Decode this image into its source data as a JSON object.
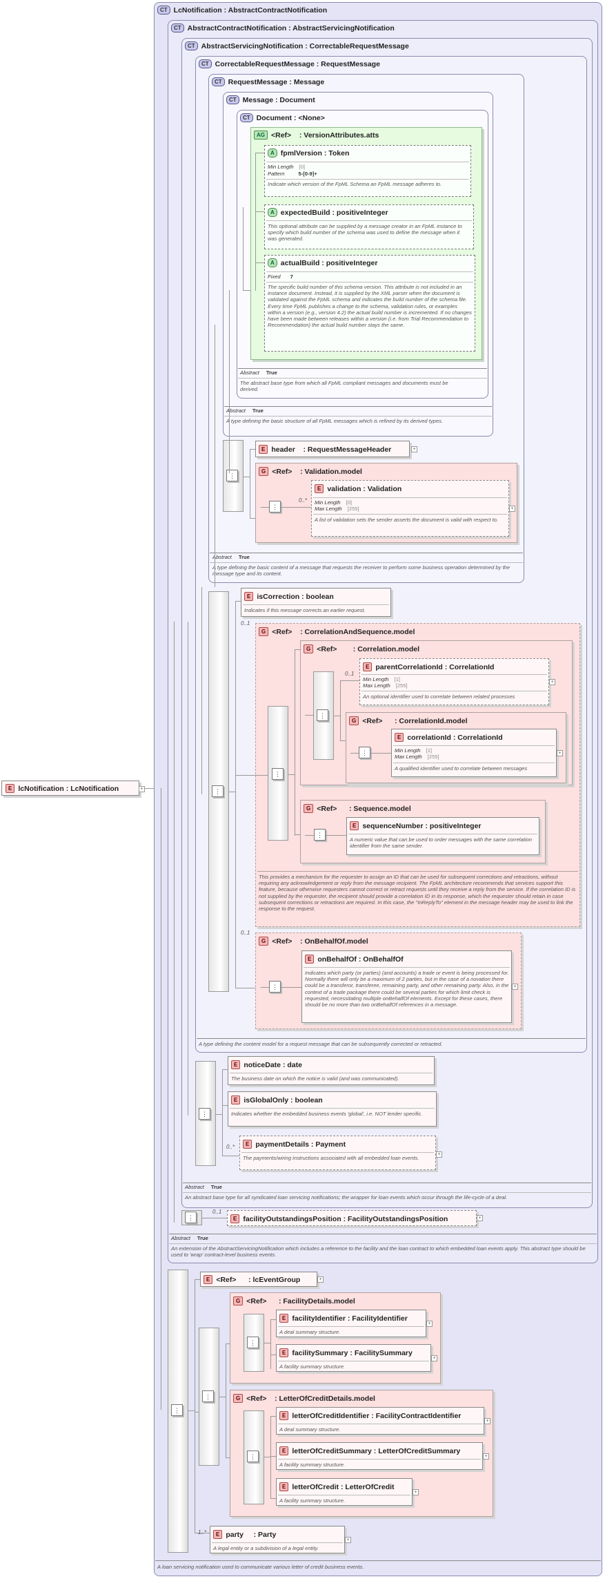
{
  "root": {
    "name": "lcNotification",
    "type": "LcNotification"
  },
  "ct": {
    "lc": {
      "name": "LcNotification",
      "base": "AbstractContractNotification"
    },
    "acn": {
      "name": "AbstractContractNotification",
      "base": "AbstractServicingNotification"
    },
    "asn": {
      "name": "AbstractServicingNotification",
      "base": "CorrectableRequestMessage"
    },
    "crm": {
      "name": "CorrectableRequestMessage",
      "base": "RequestMessage"
    },
    "rm": {
      "name": "RequestMessage",
      "base": "Message"
    },
    "msg": {
      "name": "Message",
      "base": "Document"
    },
    "doc": {
      "name": "Document",
      "base": "<None>"
    }
  },
  "badges": {
    "ct": "CT",
    "e": "E",
    "g": "G",
    "a": "A",
    "ag": "AG"
  },
  "ref": "<Ref>",
  "sep": ":",
  "plus": "+",
  "seqGlyph": "⋮",
  "labels": {
    "minLength": "Min Length",
    "maxLength": "Max Length",
    "pattern": "Pattern",
    "fixed": "Fixed",
    "abstract": "Abstract"
  },
  "attrs": {
    "group": "VersionAttributes.atts",
    "fpml": {
      "name": "fpmlVersion",
      "type": "Token",
      "minLength": "[0]",
      "pattern": "5-[0-9]+",
      "doc": "Indicate which version of the FpML Schema an FpML message adheres to."
    },
    "expected": {
      "name": "expectedBuild",
      "type": "positiveInteger",
      "doc": "This optional attribute can be supplied by a message creator in an FpML instance to specify which build number of the schema was used to define the message when it was generated."
    },
    "actual": {
      "name": "actualBuild",
      "type": "positiveInteger",
      "fixed": "7",
      "doc": "The specific build number of this schema version. This attribute is not included in an instance document. Instead, it is supplied by the XML parser when the document is validated against the FpML schema and indicates the build number of the schema file. Every time FpML publishes a change to the schema, validation rules, or examples within a version (e.g., version 4.2) the actual build number is incremented. If no changes have been made between releases within a version (i.e. from Trial Recommendation to Recommendation) the actual build number stays the same."
    }
  },
  "docCt": {
    "abstract": "True",
    "doc": "The abstract base type from which all FpML compliant messages and documents must be derived."
  },
  "msgCt": {
    "abstract": "True",
    "doc": "A type defining the basic structure of all FpML messages which is refined by its derived types."
  },
  "header": {
    "name": "header",
    "type": "RequestMessageHeader"
  },
  "validationModel": {
    "name": "Validation.model",
    "card": "0..*",
    "el": "validation",
    "type": "Validation",
    "minLength": "[0]",
    "maxLength": "[255]",
    "doc": "A list of validation sets the sender asserts the document is valid with respect to."
  },
  "rmCt": {
    "abstract": "True",
    "doc": "A type defining the basic content of a message that requests the receiver to perform some business operation determined by the message type and its content."
  },
  "isCorrection": {
    "name": "isCorrection",
    "type": "boolean",
    "doc": "Indicates if this message corrects an earlier request."
  },
  "cas": {
    "card": "0..1",
    "name": "CorrelationAndSequence.model",
    "corrModel": "Correlation.model",
    "parent": {
      "card": "0..1",
      "name": "parentCorrelationId",
      "type": "CorrelationId",
      "minLength": "[1]",
      "maxLength": "[255]",
      "doc": "An optional identifier used to correlate between related processes"
    },
    "corrIdModel": "CorrelationId.model",
    "corrId": {
      "name": "correlationId",
      "type": "CorrelationId",
      "minLength": "[1]",
      "maxLength": "[255]",
      "doc": "A qualified identifier used to correlate between messages"
    },
    "seqModel": "Sequence.model",
    "seqNum": {
      "name": "sequenceNumber",
      "type": "positiveInteger",
      "doc": "A numeric value that can be used to order messages with the same correlation identifier from the same sender."
    },
    "doc": "This provides a mechanism for the requester to assign an ID that can be used for subsequent corrections and retractions, without requiring any acknowledgement or reply from the message recipient. The FpML architecture recommends that services support this feature, because otherwise requesters cannot correct or retract requests until they receive a reply from the service. If the correlation ID is not supplied by the requester, the recipient should provide a correlation ID in its response, which the requester should retain in case subsequent corrections or retractions are required. In this case, the \"InReplyTo\" element in the message header may be used to link the response to the request."
  },
  "obo": {
    "card": "0..1",
    "model": "OnBehalfOf.model",
    "name": "onBehalfOf",
    "type": "OnBehalfOf",
    "doc": "Indicates which party (or parties) (and accounts) a trade or event is being processed for. Normally there will only be a maximum of 2 parties, but in the case of a novation there could be a transferor, transferee, remaining party, and other remaining party. Also, in the context of a trade package there could be several parties for which limit check is requested, necessitating multiple onBehalfOf elements. Except for these cases, there should be no more than two onBehalfOf references in a message."
  },
  "crmCt": {
    "doc": "A type defining the content model for a request message that can be subsequently corrected or retracted."
  },
  "noticeDate": {
    "name": "noticeDate",
    "type": "date",
    "doc": "The business date on which the notice is valid (and was communicated)."
  },
  "isGlobalOnly": {
    "name": "isGlobalOnly",
    "type": "boolean",
    "doc": "Indicates whether the embedded business events 'global', i.e. NOT lender specific."
  },
  "payment": {
    "card": "0..*",
    "name": "paymentDetails",
    "type": "Payment",
    "doc": "The payments/wiring instructions associated with all embedded loan events."
  },
  "asnCt": {
    "abstract": "True",
    "doc": "An abstract base type for all syndicated loan servicing notifications; the wrapper for loan events which occur through the life-cycle of a deal."
  },
  "facPos": {
    "card": "0..1",
    "name": "facilityOutstandingsPosition",
    "type": "FacilityOutstandingsPosition"
  },
  "acnCt": {
    "abstract": "True",
    "doc": "An extension of the AbstractServicingNotification which includes a reference to the facility and the loan contract to which embedded loan events apply. This abstract type should be used to 'wrap' contract-level business events."
  },
  "lcEventGroup": "lcEventGroup",
  "facDetails": {
    "model": "FacilityDetails.model",
    "fid": {
      "name": "facilityIdentifier",
      "type": "FacilityIdentifier",
      "doc": "A deal summary structure."
    },
    "fsum": {
      "name": "facilitySummary",
      "type": "FacilitySummary",
      "doc": "A facility summary structure."
    }
  },
  "locDetails": {
    "model": "LetterOfCreditDetails.model",
    "lid": {
      "name": "letterOfCreditIdentifier",
      "type": "FacilityContractIdentifier",
      "doc": "A deal summary structure."
    },
    "lsum": {
      "name": "letterOfCreditSummary",
      "type": "LetterOfCreditSummary",
      "doc": "A facility summary structure."
    },
    "loc": {
      "name": "letterOfCredit",
      "type": "LetterOfCredit",
      "doc": "A facility summary structure."
    }
  },
  "party": {
    "card": "1..*",
    "name": "party",
    "type": "Party",
    "doc": "A legal entity or a subdivision of a legal entity."
  },
  "lcCt": {
    "doc": "A loan servicing notification used to communicate various letter of credit business events."
  }
}
